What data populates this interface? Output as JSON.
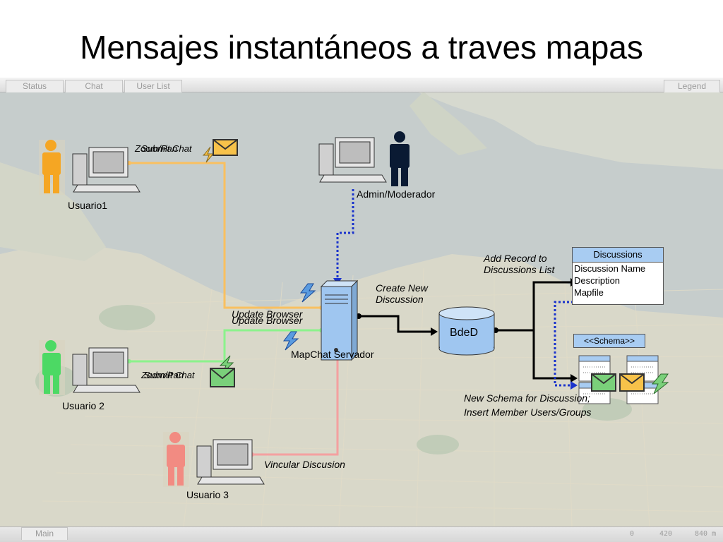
{
  "title": "Mensajes instantáneos a traves mapas",
  "tabs_top": [
    "Status",
    "Chat",
    "User List"
  ],
  "legend_tab": "Legend",
  "main_tab": "Main",
  "scale": [
    "0",
    "420",
    "840 m"
  ],
  "nodes": {
    "usuario1": "Usuario1",
    "usuario2": "Usuario 2",
    "usuario3": "Usuario 3",
    "admin": "Admin/Moderador",
    "server": "MapChat Servador",
    "db": "BdeD"
  },
  "edges": {
    "u1_msg": "Submit Chat",
    "u1_msg_overlap": "Zoom/Pan",
    "u2_msg": "Submit Chat",
    "u2_msg_overlap": "Zoom/Pan",
    "update1": "Update Browser",
    "update2": "Update Browser",
    "create": "Create New Discussion",
    "add_record": "Add Record to Discussions List",
    "new_schema": "New Schema for Discussion; Insert Member Users/Groups",
    "vincular": "Vincular Discusion"
  },
  "discussions_table": {
    "title": "Discussions",
    "fields": [
      "Discussion Name",
      "Description",
      "Mapfile"
    ]
  },
  "schema_label": "<<Schema>>",
  "colors": {
    "usuario1": "#f5a623",
    "usuario2": "#4cd964",
    "usuario3": "#f28b82",
    "admin": "#0a1a33",
    "link_u1": "#f9c060",
    "link_u2": "#8cf28c",
    "link_u3": "#f4a0a0",
    "admin_link": "#1a33cc",
    "server": "#9fc6f0",
    "db": "#9fc6f0",
    "envelope_yellow": "#f7c24a",
    "envelope_green": "#7ad07a"
  }
}
